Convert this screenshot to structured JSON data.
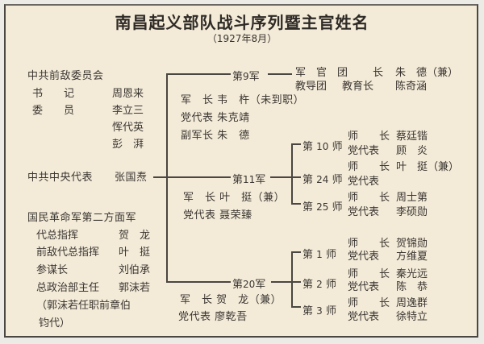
{
  "title": "南昌起义部队战斗序列暨主官姓名",
  "subtitle": "（1927年8月）",
  "left": {
    "front_committee": {
      "heading": "中共前敌委员会",
      "rows": [
        {
          "role": "书　　记",
          "name": "周恩来"
        },
        {
          "role": "委　　员",
          "name": "李立三"
        },
        {
          "role": "",
          "name": "恽代英"
        },
        {
          "role": "",
          "name": "彭　湃"
        }
      ]
    },
    "central_rep": {
      "role": "中共中央代表",
      "name": "张国焘"
    },
    "second_front_army": {
      "heading": "国民革命军第二方面军",
      "rows": [
        {
          "role": "代总指挥",
          "name": "贺　龙"
        },
        {
          "role": "前敌代总指挥",
          "name": "叶　挺"
        },
        {
          "role": "参谋长",
          "name": "刘伯承"
        },
        {
          "role": "总政治部主任",
          "name": "郭沫若"
        }
      ],
      "note_line1": "（郭沫若任职前章伯",
      "note_line2": "钧代）"
    }
  },
  "armies": [
    {
      "prefix": "第",
      "number": "9",
      "suffix": "军",
      "side_rows": [
        {
          "unit": "军　官　团",
          "role": "长",
          "name": "朱　德（兼）"
        },
        {
          "unit": "教导团",
          "role": "教育长",
          "name": "陈奇涵"
        }
      ],
      "rows": [
        "军　长 韦　杵（未到职）",
        "党代表 朱克靖",
        "副军长 朱　德"
      ]
    },
    {
      "prefix": "第",
      "number": "11",
      "suffix": "军",
      "rows": [
        "军　长 叶　挺（兼）",
        "党代表 聂荣臻"
      ],
      "divisions": [
        {
          "prefix": "第",
          "number": "10",
          "suffix": "师",
          "commander_role": "师　　长",
          "commander": "蔡廷锴",
          "rep_role": "党代表",
          "rep": "顾　炎"
        },
        {
          "prefix": "第",
          "number": "24",
          "suffix": "师",
          "commander_role": "师　　长",
          "commander": "叶　挺（兼）",
          "rep_role": "党代表",
          "rep": ""
        },
        {
          "prefix": "第",
          "number": "25",
          "suffix": "师",
          "commander_role": "师　　长",
          "commander": "周士第",
          "rep_role": "党代表",
          "rep": "李硕勋"
        }
      ]
    },
    {
      "prefix": "第",
      "number": "20",
      "suffix": "军",
      "rows": [
        "军　长 贺　龙（兼）",
        "党代表 廖乾吾"
      ],
      "divisions": [
        {
          "prefix": "第",
          "number": "1",
          "suffix": "师",
          "commander_role": "师　　长",
          "commander": "贺锦勋",
          "rep_role": "党代表",
          "rep": "方维夏"
        },
        {
          "prefix": "第",
          "number": "2",
          "suffix": "师",
          "commander_role": "师　　长",
          "commander": "秦光远",
          "rep_role": "党代表",
          "rep": "陈　恭"
        },
        {
          "prefix": "第",
          "number": "3",
          "suffix": "师",
          "commander_role": "师　　长",
          "commander": "周逸群",
          "rep_role": "党代表",
          "rep": "徐特立"
        }
      ]
    }
  ],
  "colors": {
    "paper": "#f3ead8",
    "ink": "#3b3732",
    "frame": "#4a4641",
    "outer": "#ecebe6"
  }
}
